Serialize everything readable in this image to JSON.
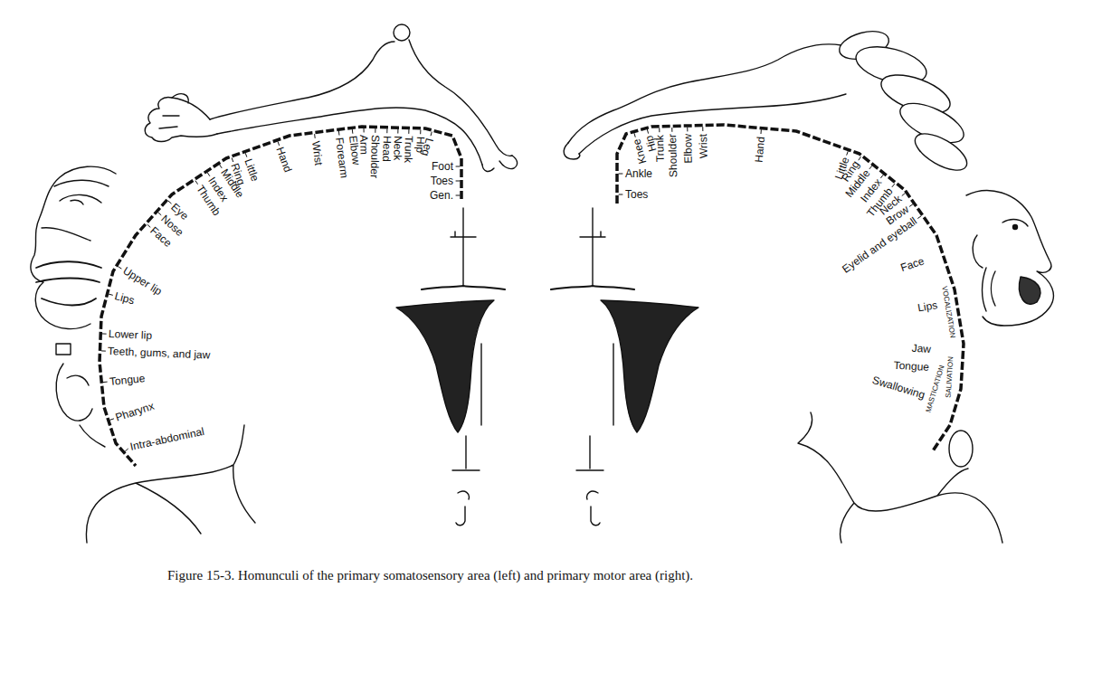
{
  "diagram": {
    "caption": "Figure 15-3. Homunculi of the primary somatosensory area (left) and primary motor area (right).",
    "labels": [
      "Gen.",
      "Toes",
      "Foot",
      "Leg",
      "Hip",
      "Trunk",
      "Neck",
      "Head",
      "Shoulder",
      "Arm",
      "Elbow",
      "Forearm",
      "Wrist",
      "Hand",
      "Little",
      "Ring",
      "Middle",
      "Index",
      "Thumb",
      "Eye",
      "Nose",
      "Face",
      "Upper lip",
      "Lips",
      "Lower lip",
      "Teeth, gums, and jaw",
      "Tongue",
      "Pharynx",
      "Intra-abdominal",
      "Toes",
      "Ankle",
      "Knee",
      "Hip",
      "Trunk",
      "Shoulder",
      "Elbow",
      "Wrist",
      "Hand",
      "Little",
      "Ring",
      "Middle",
      "Index",
      "Thumb",
      "Neck",
      "Brow",
      "Eyelid and eyeball",
      "Face",
      "Lips",
      "Jaw",
      "Tongue",
      "Swallowing",
      "VOCALIZATION",
      "SALIVATION",
      "MASTICATION"
    ]
  }
}
